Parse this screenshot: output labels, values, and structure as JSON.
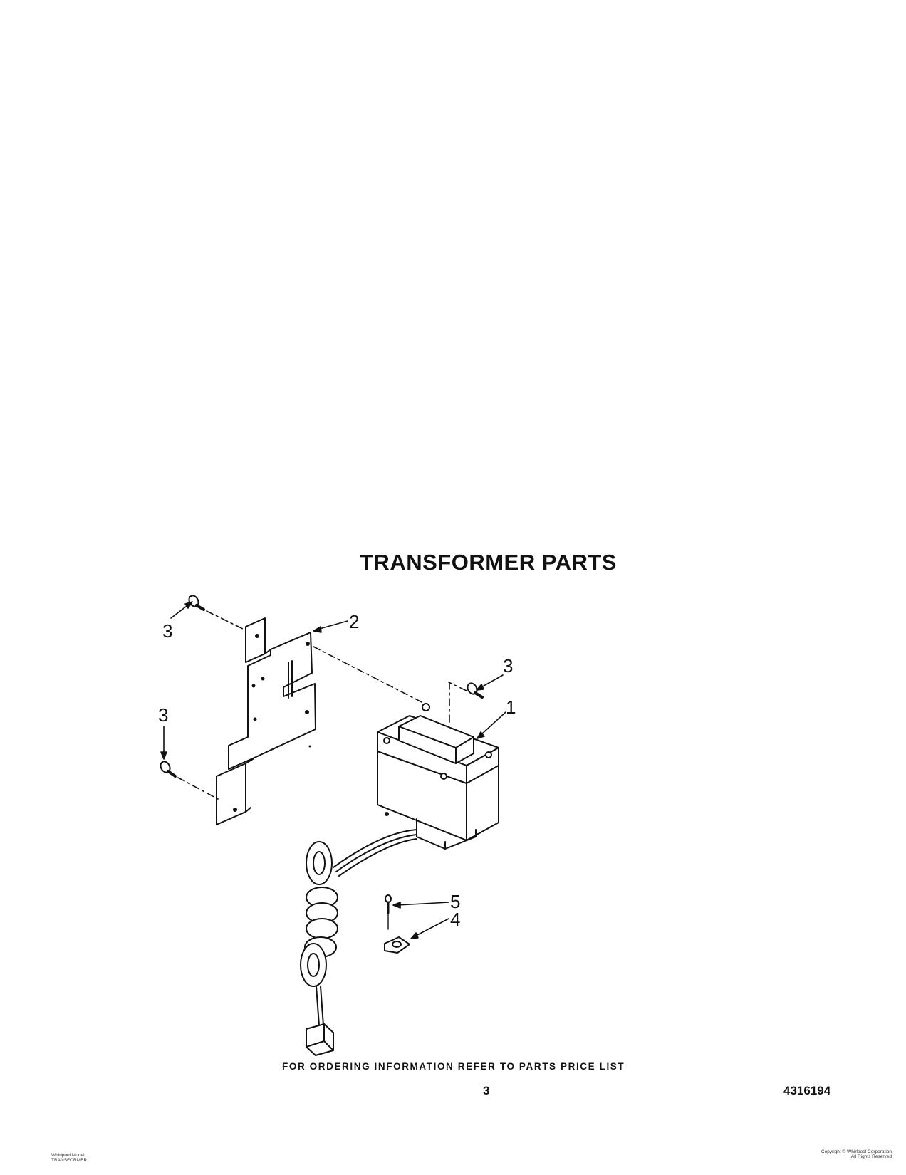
{
  "title": "TRANSFORMER PARTS",
  "callouts": {
    "c1": "1",
    "c2": "2",
    "c3a": "3",
    "c3b": "3",
    "c3c": "3",
    "c4": "4",
    "c5": "5"
  },
  "ordering_info": "FOR ORDERING INFORMATION REFER TO PARTS PRICE LIST",
  "page_number": "3",
  "part_number": "4316194",
  "footer_left": {
    "line1": "Whirlpool Model ",
    "line2": "TRANSFORMER"
  },
  "footer_right": {
    "line1": "Copyright © Whirlpool Corporation",
    "line2": "All Rights Reserved"
  },
  "colors": {
    "ink": "#111111"
  }
}
